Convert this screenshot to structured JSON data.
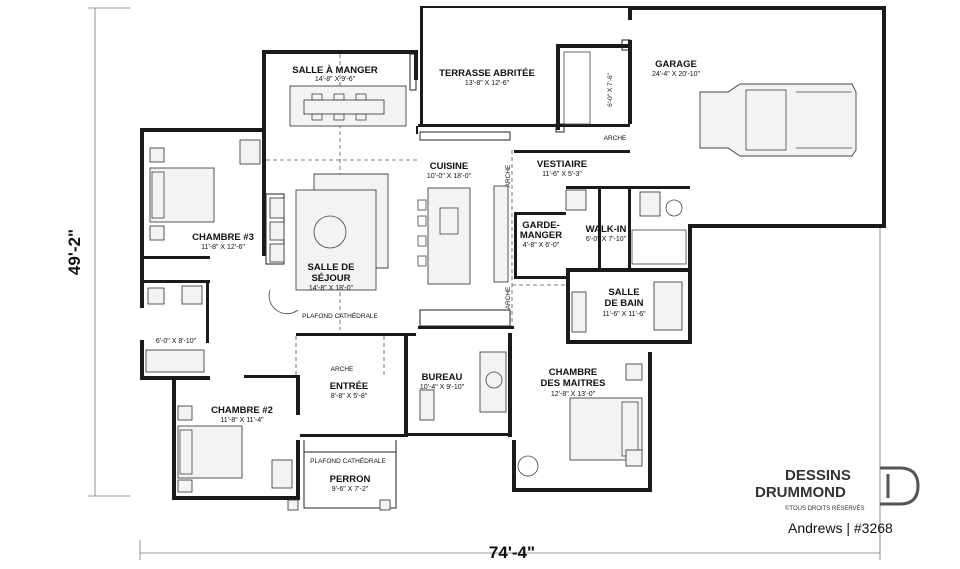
{
  "rooms": {
    "salle_a_manger": {
      "name": "SALLE À MANGER",
      "dims": "14'-8\" X 9'-6\""
    },
    "terrasse": {
      "name": "TERRASSE ABRITÉE",
      "dims": "13'-8\" X 12'-6\""
    },
    "garage": {
      "name": "GARAGE",
      "dims": "24'-4\" X 20'-10\""
    },
    "closet_top": {
      "dims": "6'-0\" X 7'-6\""
    },
    "chambre3": {
      "name": "CHAMBRE #3",
      "dims": "11'-8\" X 12'-6\""
    },
    "salle_sejour": {
      "name_line1": "SALLE DE",
      "name_line2": "SÉJOUR",
      "dims": "14'-8\" X 18'-0\""
    },
    "cuisine": {
      "name": "CUISINE",
      "dims": "10'-0\" X 18'-0\""
    },
    "vestiaire": {
      "name": "VESTIAIRE",
      "dims": "11'-6\" X 5'-3\""
    },
    "garde_manger": {
      "name_line1": "GARDE-",
      "name_line2": "MANGER",
      "dims": "4'-8\" X 6'-0\""
    },
    "walk_in": {
      "name": "WALK-IN",
      "dims": "6'-0\" X 7'-10\""
    },
    "salle_de_bain": {
      "name_line1": "SALLE",
      "name_line2": "DE BAIN",
      "dims": "11'-6\" X 11'-6\""
    },
    "bath_left": {
      "dims": "6'-0\" X 8'-10\""
    },
    "chambre2": {
      "name": "CHAMBRE #2",
      "dims": "11'-8\" X 11'-4\""
    },
    "entree": {
      "name": "ENTRÉE",
      "dims": "8'-8\" X 5'-8\""
    },
    "bureau": {
      "name": "BUREAU",
      "dims": "10'-4\" X 9'-10\""
    },
    "chambre_maitres": {
      "name_line1": "CHAMBRE",
      "name_line2": "DES MAITRES",
      "dims": "12'-8\" X 13'-0\""
    },
    "perron": {
      "name": "PERRON",
      "dims": "9'-6\" X 7'-2\""
    }
  },
  "annotations": {
    "plafond_1": "PLAFOND CATHÉDRALE",
    "plafond_2": "PLAFOND CATHÉDRALE",
    "arche_1": "ARCHE",
    "arche_2": "ARCHE",
    "arche_3": "ARCHE",
    "arche_4": "ARCHE"
  },
  "dimensions": {
    "depth": "49'-2\"",
    "width": "74'-4\""
  },
  "branding": {
    "line1": "DESSINS",
    "line2": "DRUMMOND",
    "copyright": "©TOUS DROITS RÉSERVÉS",
    "plan_id": "Andrews | #3268"
  }
}
